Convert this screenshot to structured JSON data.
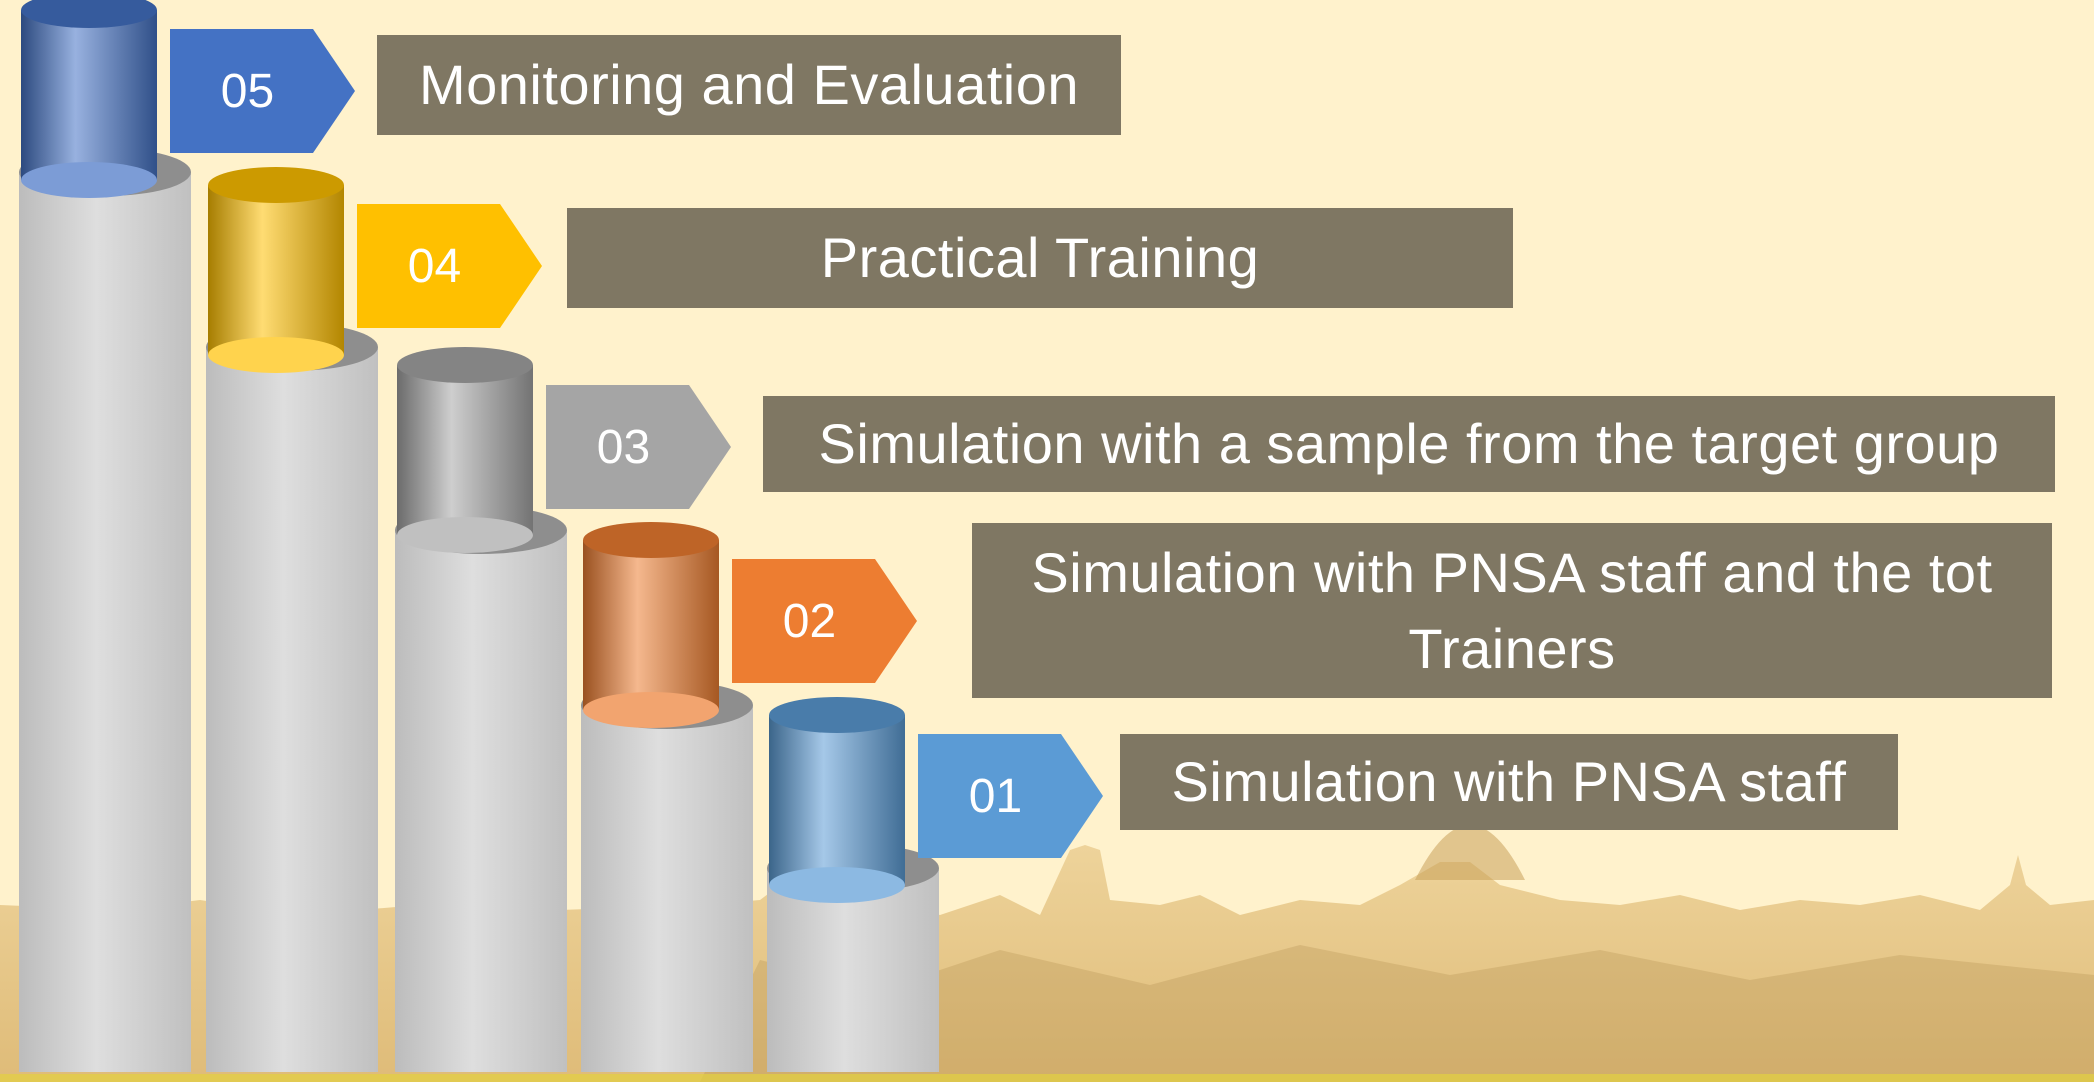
{
  "steps": [
    {
      "number": "01",
      "label": "Simulation with PNSA staff",
      "color": "#5b9bd5"
    },
    {
      "number": "02",
      "label": "Simulation with PNSA staff and the tot Trainers",
      "color": "#ed7d31"
    },
    {
      "number": "03",
      "label": "Simulation with a sample from the target group",
      "color": "#a5a5a5"
    },
    {
      "number": "04",
      "label": "Practical Training",
      "color": "#ffc000"
    },
    {
      "number": "05",
      "label": "Monitoring and Evaluation",
      "color": "#4472c4"
    }
  ],
  "colors": {
    "background": "#fff2cc",
    "label_box": "#7f7763",
    "pillar": "#d0d0d0"
  }
}
